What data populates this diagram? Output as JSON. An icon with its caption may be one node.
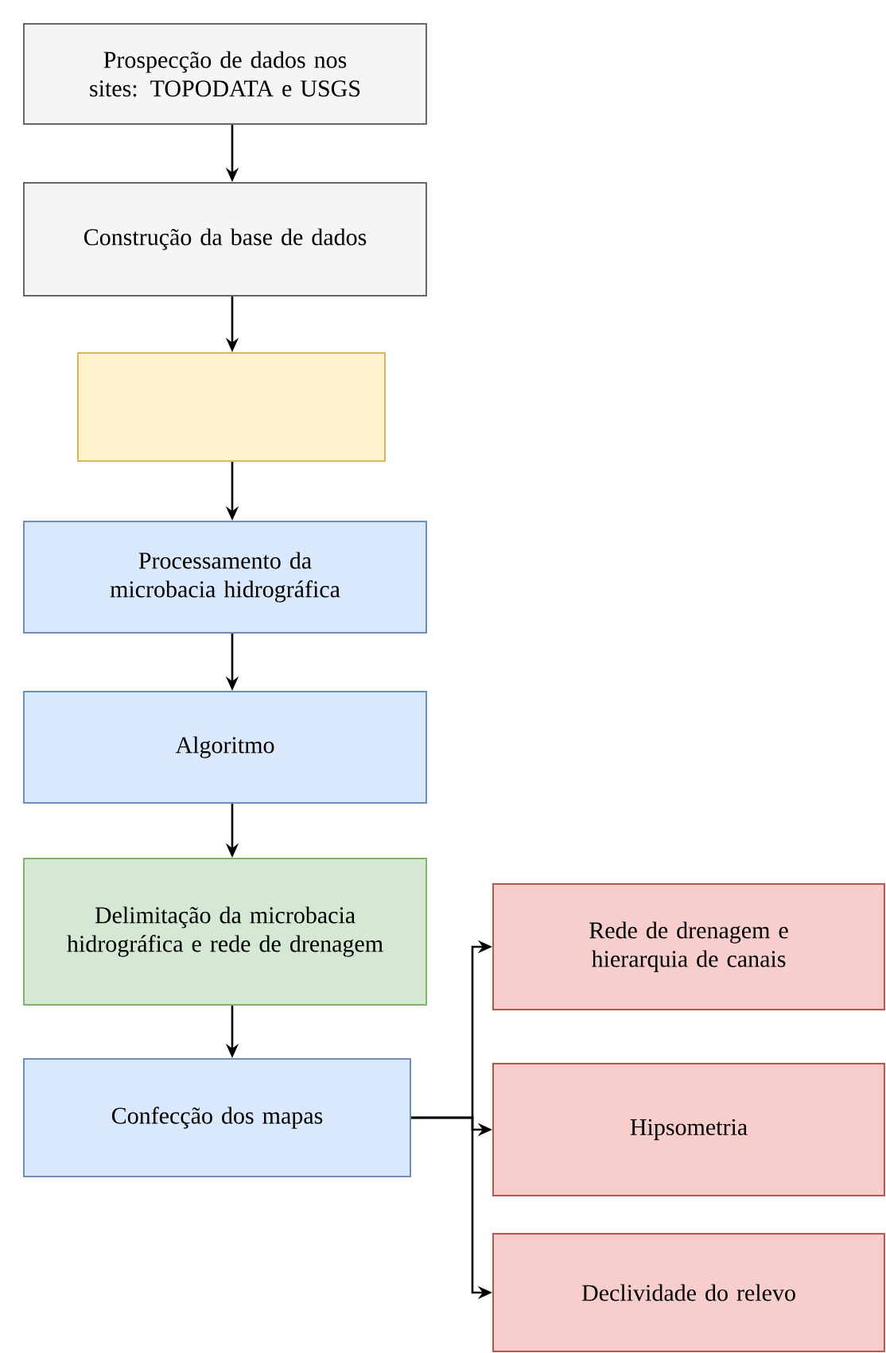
{
  "diagram": {
    "nodes": [
      {
        "text": [
          "Prospecção de dados nos sites: TOPODATA e USGS"
        ]
      },
      {
        "text": [
          "Construção da base de dados"
        ]
      },
      {
        "text": [],
        "shape": "box"
      },
      {
        "text": [
          "Processamento da microbacia hidrográfica"
        ]
      },
      {
        "text": [
          "Algoritmo"
        ]
      },
      {
        "text": [
          "Delimitação da microbacia hidrográfica e rede de drenagem"
        ]
      },
      {
        "text": [
          "Confecção dos mapas"
        ]
      },
      {
        "text": [
          "Rede de drenagem e hierarquia de canais"
        ]
      },
      {
        "text": [
          "Hipsometria"
        ]
      },
      {
        "text": [
          "Declividade do relevo"
        ]
      }
    ],
    "edges": [
      {
        "from": 0,
        "to": 1,
        "arrow": "to"
      },
      {
        "from": 1,
        "to": 2,
        "arrow": "to"
      },
      {
        "from": 2,
        "to": 3,
        "arrow": "to"
      },
      {
        "from": 3,
        "to": 4,
        "arrow": "to"
      },
      {
        "from": 4,
        "to": 5,
        "arrow": "to"
      },
      {
        "from": 5,
        "to": 6,
        "arrow": "to"
      },
      {
        "from": 6,
        "to": 7,
        "arrow": "to"
      },
      {
        "from": 6,
        "to": 8,
        "arrow": "to"
      },
      {
        "from": 6,
        "to": 9,
        "arrow": "to"
      }
    ]
  }
}
